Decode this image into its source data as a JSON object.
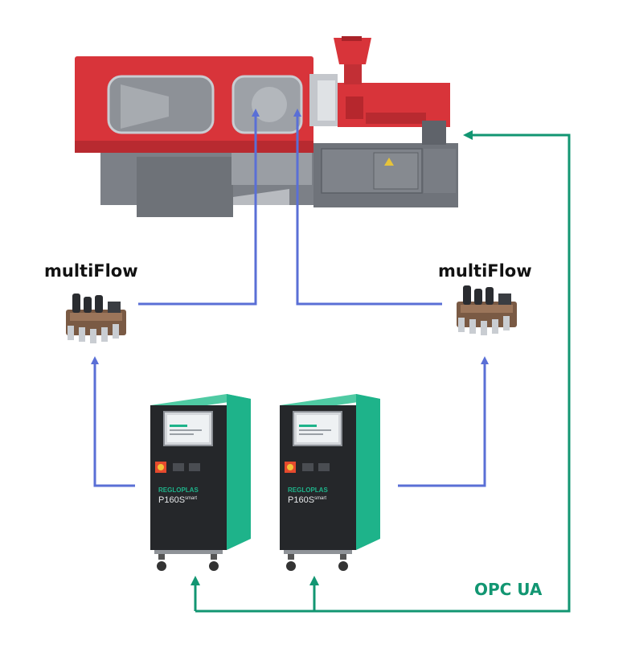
{
  "colors": {
    "flow_line": "#5a6fd6",
    "opc_line": "#129672",
    "machine_red": "#d8343a",
    "machine_gray": "#7c8087",
    "unit_green": "#1eb38a",
    "unit_black": "#25272a"
  },
  "labels": {
    "multiflow_left": "multiFlow",
    "multiflow_right": "multiFlow",
    "opc": "OPC UA"
  },
  "units": [
    {
      "brand": "REGLOPLAS",
      "model": "P160S",
      "suffix": "smart"
    },
    {
      "brand": "REGLOPLAS",
      "model": "P160S",
      "suffix": "smart"
    }
  ],
  "icons": {
    "machine": "injection-molding-machine-icon",
    "distributor": "multiflow-distributor-icon",
    "unit": "temperature-control-unit-icon"
  }
}
